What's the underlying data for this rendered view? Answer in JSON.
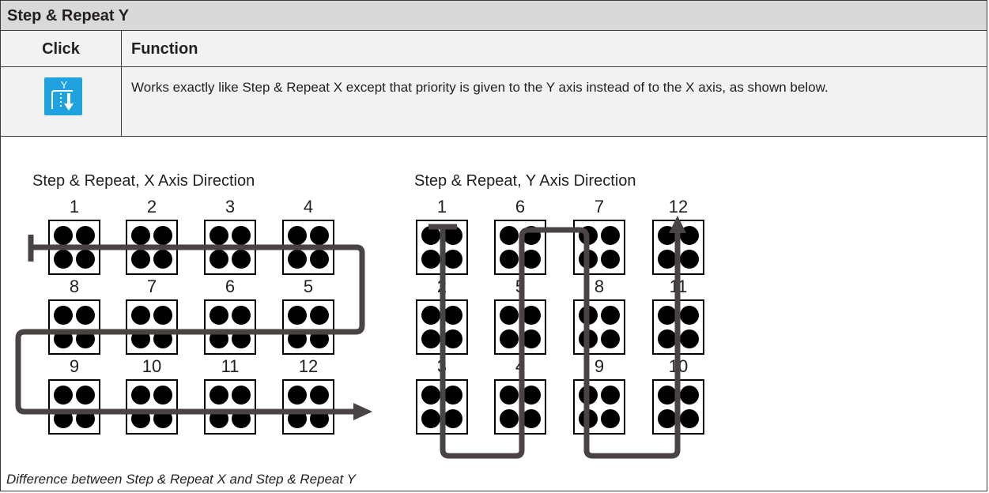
{
  "table": {
    "title": "Step & Repeat Y",
    "header": {
      "click": "Click",
      "function": "Function"
    },
    "row": {
      "icon": "step-repeat-y-icon",
      "icon_label": "Y",
      "description": "Works exactly like Step & Repeat X except that priority is given to the Y axis instead of to the X axis, as shown below."
    }
  },
  "figure": {
    "left_diagram": {
      "title": "Step & Repeat, X Axis Direction",
      "labels": [
        [
          "1",
          "2",
          "3",
          "4"
        ],
        [
          "8",
          "7",
          "6",
          "5"
        ],
        [
          "9",
          "10",
          "11",
          "12"
        ]
      ]
    },
    "right_diagram": {
      "title": "Step & Repeat, Y Axis Direction",
      "labels": [
        [
          "1",
          "6",
          "7",
          "12"
        ],
        [
          "2",
          "5",
          "8",
          "11"
        ],
        [
          "3",
          "4",
          "9",
          "10"
        ]
      ]
    },
    "caption": "Difference between Step & Repeat X and Step & Repeat Y"
  },
  "colors": {
    "header_bg": "#d9d9d9",
    "row_bg": "#f2f2f2",
    "icon_bg": "#1ea2e0",
    "path": "#4a4343",
    "dot": "#000000"
  }
}
